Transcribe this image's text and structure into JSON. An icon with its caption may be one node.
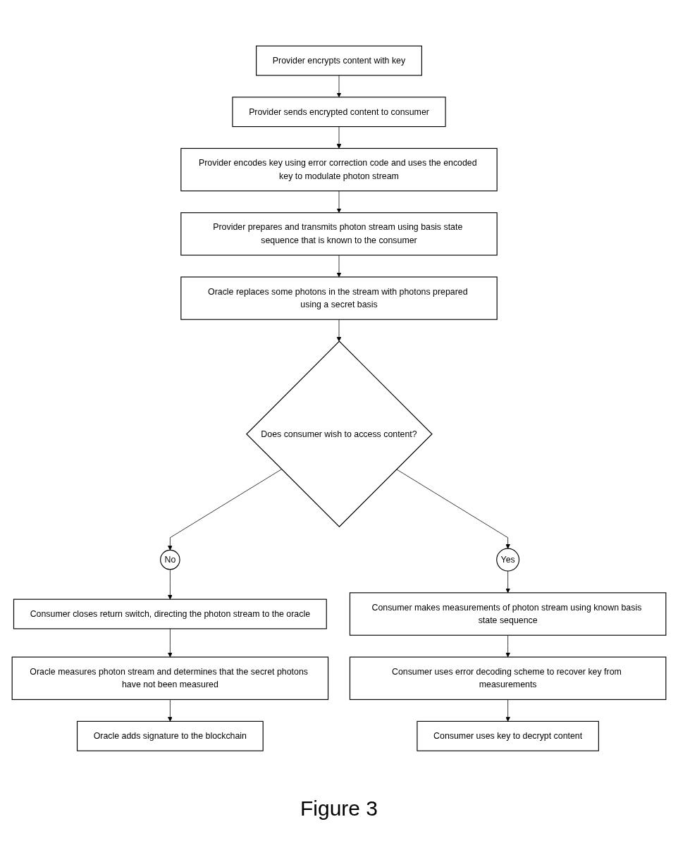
{
  "diagram": {
    "caption": "Figure 3",
    "nodes": [
      {
        "text": [
          "Provider encrypts content with key"
        ]
      },
      {
        "text": [
          "Provider sends encrypted content to consumer"
        ]
      },
      {
        "text": [
          "Provider encodes key using error correction code and uses the encoded key to modulate photon stream"
        ]
      },
      {
        "text": [
          "Provider prepares and transmits photon stream using basis state sequence that is known to the consumer"
        ]
      },
      {
        "text": [
          "Oracle replaces some photons in the stream with photons prepared using a secret basis"
        ]
      },
      {
        "text": [
          "Does consumer wish to access content?"
        ]
      },
      {
        "text": [
          "No"
        ]
      },
      {
        "text": [
          "Yes"
        ]
      },
      {
        "text": [
          "Consumer closes return switch, directing the photon stream to the oracle"
        ]
      },
      {
        "text": [
          "Oracle measures photon stream and determines that the secret photons have not been measured"
        ]
      },
      {
        "text": [
          "Oracle adds signature to the blockchain"
        ]
      },
      {
        "text": [
          "Consumer makes measurements of photon stream using known basis state sequence"
        ]
      },
      {
        "text": [
          "Consumer uses error decoding scheme to recover key from measurements"
        ]
      },
      {
        "text": [
          "Consumer uses key to decrypt content"
        ]
      }
    ],
    "edges": [
      {
        "from": 0,
        "to": 1,
        "arrow": "to"
      },
      {
        "from": 1,
        "to": 2,
        "arrow": "to"
      },
      {
        "from": 2,
        "to": 3,
        "arrow": "to"
      },
      {
        "from": 3,
        "to": 4,
        "arrow": "to"
      },
      {
        "from": 4,
        "to": 5,
        "arrow": "to"
      },
      {
        "from": 5,
        "to": 6,
        "arrow": "to"
      },
      {
        "from": 5,
        "to": 7,
        "arrow": "to"
      },
      {
        "from": 6,
        "to": 8,
        "arrow": "to"
      },
      {
        "from": 7,
        "to": 11,
        "arrow": "to"
      },
      {
        "from": 8,
        "to": 9,
        "arrow": "to"
      },
      {
        "from": 9,
        "to": 10,
        "arrow": "to"
      },
      {
        "from": 11,
        "to": 12,
        "arrow": "to"
      },
      {
        "from": 12,
        "to": 13,
        "arrow": "to"
      }
    ]
  }
}
